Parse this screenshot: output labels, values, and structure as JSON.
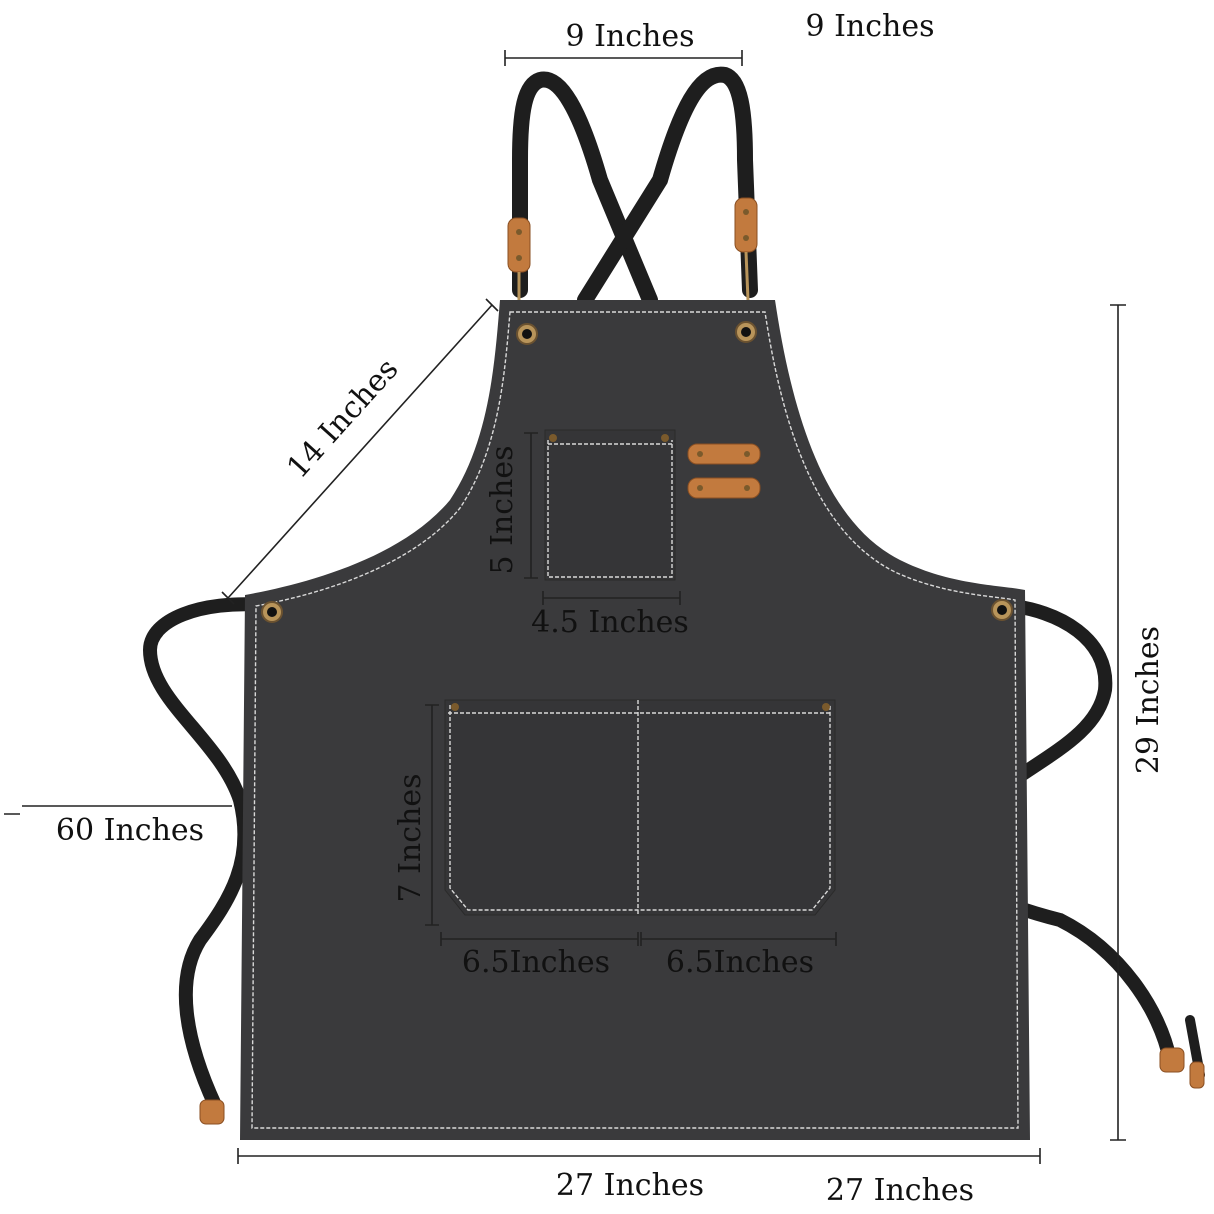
{
  "product": {
    "colors": {
      "fabric": "#3a3a3c",
      "strap": "#1e1e1e",
      "leather": "#c27a3e",
      "stitch": "#d9d9d9"
    }
  },
  "dimensions": {
    "strap_spacing": "9 Inches",
    "strap_spacing_duplicate": "9 Inches",
    "bib_diagonal": "14 Inches",
    "chest_pocket_height": "5 Inches",
    "chest_pocket_width": "4.5 Inches",
    "total_length": "29 Inches",
    "tie_length": "60 Inches",
    "front_pocket_height": "7 Inches",
    "front_pocket_left_width": "6.5Inches",
    "front_pocket_right_width": "6.5Inches",
    "total_width": "27 Inches",
    "total_width_duplicate": "27 Inches"
  }
}
